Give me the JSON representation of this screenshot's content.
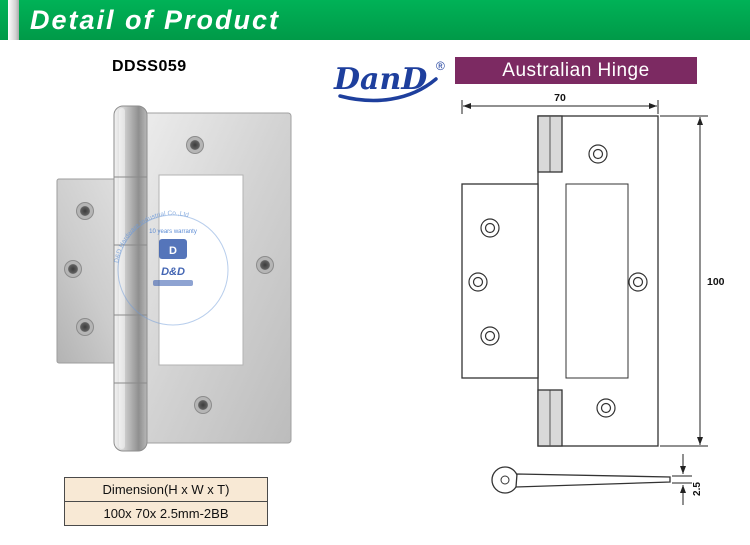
{
  "header": {
    "title": "Detail of Product"
  },
  "product": {
    "code": "DDSS059"
  },
  "brand": {
    "name": "DanD",
    "registered_mark": "®"
  },
  "banner": {
    "title": "Australian Hinge"
  },
  "watermark": {
    "arc_text": "D&D Hardware Industrial Co.,Ltd",
    "warranty_text": "10 years warranty",
    "logo_letter": "D",
    "logo_text": "D&D"
  },
  "drawing": {
    "width_mm": "70",
    "height_mm": "100",
    "thickness_mm": "2.5"
  },
  "spec_table": {
    "header": "Dimension(H x W x T)",
    "value": "100x 70x 2.5mm-2BB"
  },
  "colors": {
    "header_green": "#00a651",
    "banner_purple": "#7c2a62",
    "brand_blue": "#1e3f9d",
    "table_bg": "#f8e9d5"
  }
}
